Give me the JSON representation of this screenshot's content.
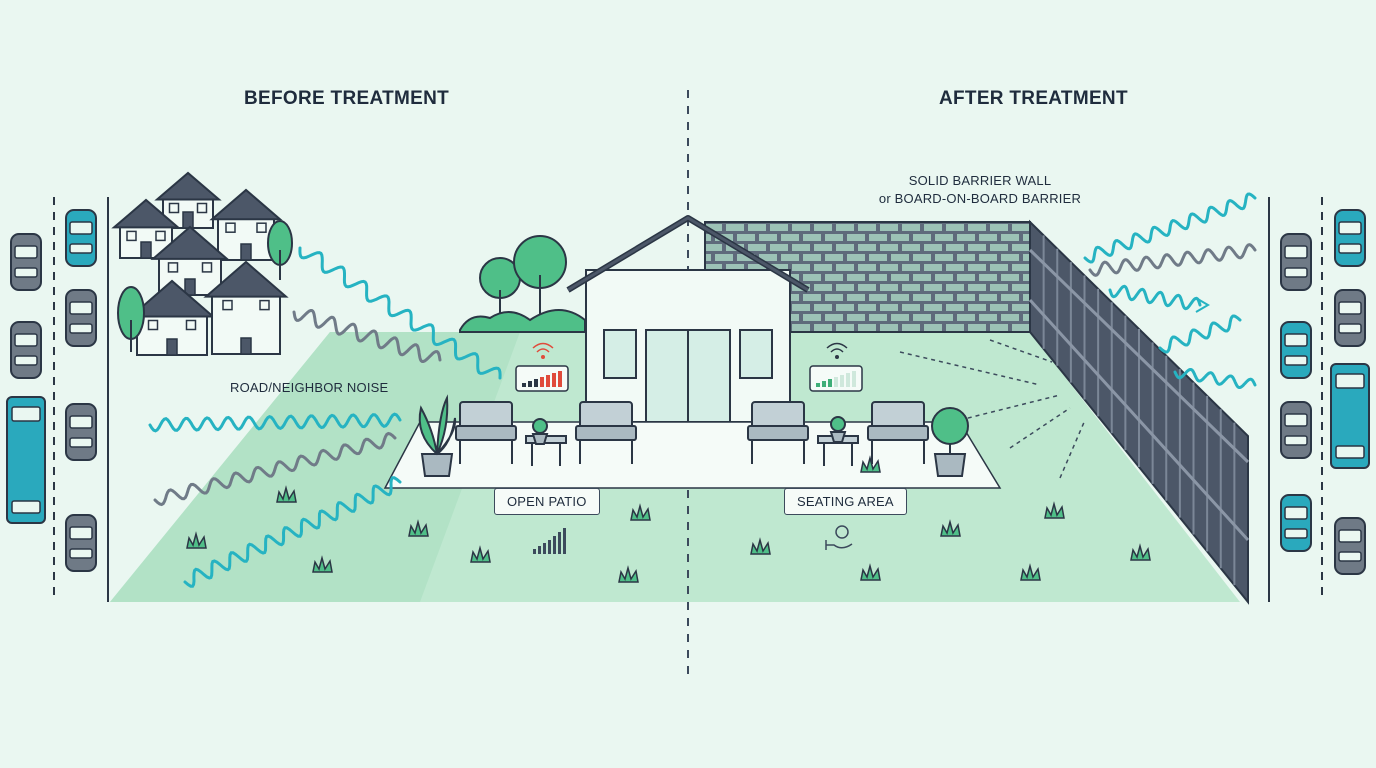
{
  "before": {
    "heading": "BEFORE TREATMENT",
    "noise_label": "ROAD/NEIGHBOR NOISE",
    "area_label": "OPEN PATIO",
    "noise_meter_level": "high"
  },
  "after": {
    "heading": "AFTER TREATMENT",
    "barrier_label_line1": "SOLID BARRIER WALL",
    "barrier_label_line2": "or BOARD-ON-BOARD BARRIER",
    "area_label": "SEATING AREA",
    "noise_meter_level": "low"
  },
  "colors": {
    "background": "#eaf7f1",
    "lawn": "#bfe8d0",
    "outline": "#3c4a5c",
    "noise_wave_teal": "#26b3c2",
    "noise_wave_gray": "#707b88",
    "brick": "#9cc2b6",
    "fence": "#4c5768",
    "vehicle_teal": "#2aa9bd",
    "vehicle_gray": "#6f7a86",
    "meter_high": "#e04b3b",
    "meter_low": "#3fae78"
  }
}
